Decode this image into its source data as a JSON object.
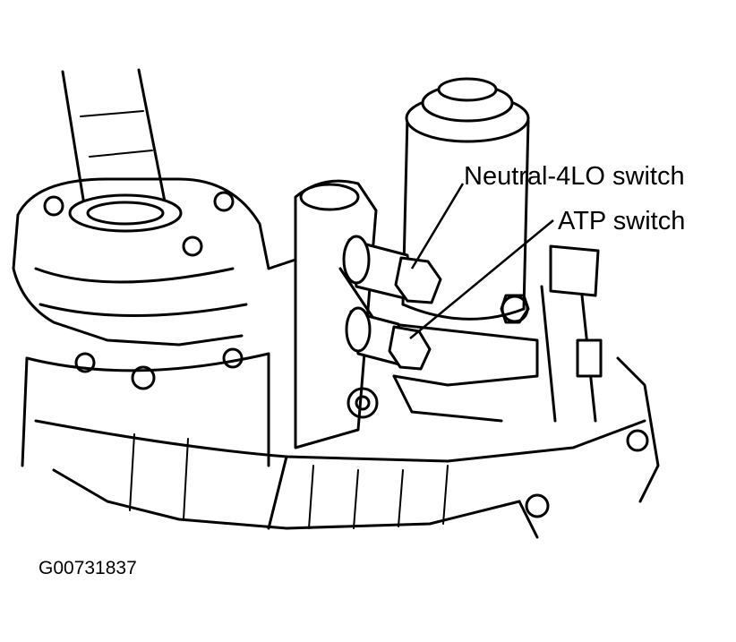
{
  "labels": {
    "neutral_4lo_switch": "Neutral-4LO switch",
    "atp_switch": "ATP switch"
  },
  "figure_id": "G00731837",
  "colors": {
    "ink": "#000000",
    "paper": "#ffffff"
  }
}
